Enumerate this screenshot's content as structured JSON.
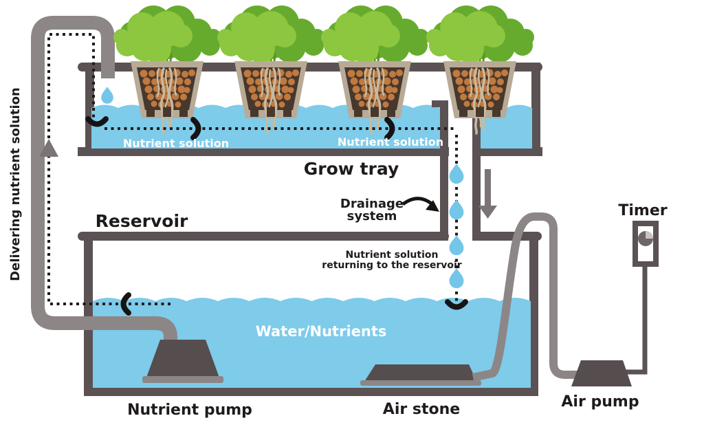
{
  "labels": {
    "delivering": "Delivering nutrient solution",
    "nutrient_solution_left": "Nutrient solution",
    "nutrient_solution_right": "Nutrient solution",
    "grow_tray": "Grow tray",
    "reservoir": "Reservoir",
    "drainage_line1": "Drainage",
    "drainage_line2": "system",
    "returning_line1": "Nutrient solution",
    "returning_line2": "returning to the reservoir",
    "water_nutrients": "Water/Nutrients",
    "nutrient_pump": "Nutrient pump",
    "air_stone": "Air stone",
    "air_pump": "Air pump",
    "timer": "Timer"
  },
  "colors": {
    "water_blue": "#7ECBEA",
    "droplet_blue": "#74C6E9",
    "structure_dark": "#5B5254",
    "pipe_gray": "#8D8687",
    "arrow_gray": "#7B7475",
    "plant_light_green": "#8DC63F",
    "plant_dark_green": "#66AB2D",
    "pot_rim_tan": "#B9AA97",
    "pot_soil": "#47382E",
    "pebble_orange": "#C0793F",
    "root_tan": "#C9BA9E",
    "pump_body": "#564D4E",
    "text_black": "#1F1B1B",
    "text_white": "#FFFFFF"
  }
}
